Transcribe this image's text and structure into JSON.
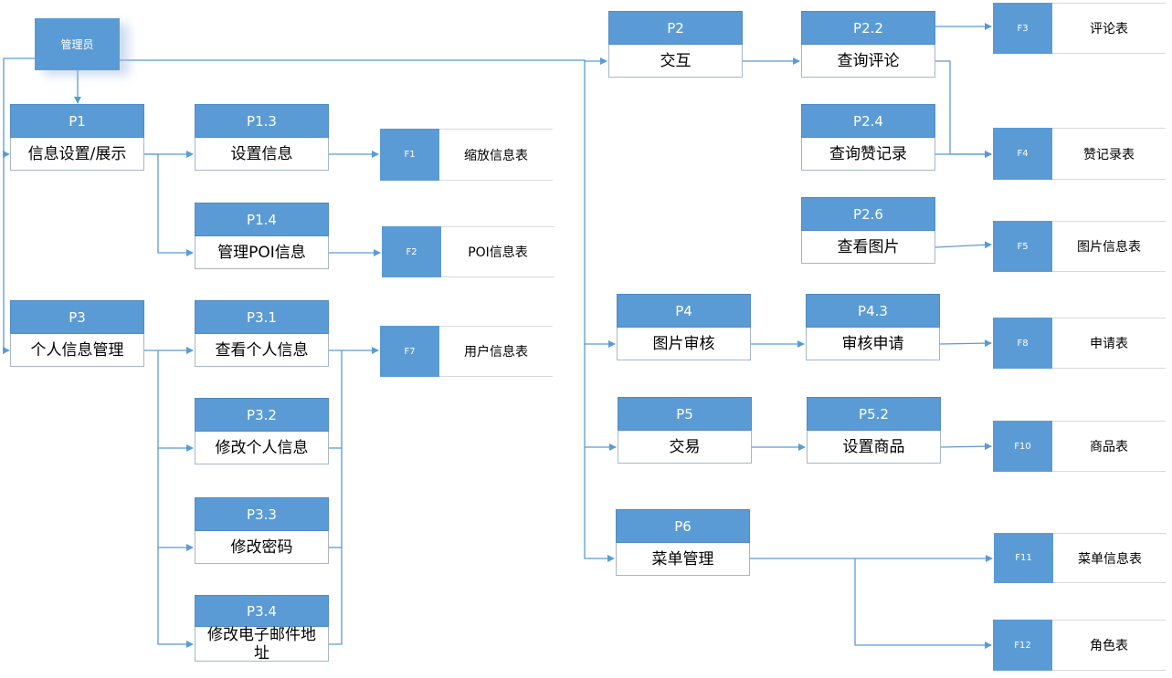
{
  "admin": {
    "label": "管理员"
  },
  "processes": {
    "P1": {
      "id": "P1",
      "name": "信息设置/展示"
    },
    "P1_3": {
      "id": "P1.3",
      "name": "设置信息"
    },
    "P1_4": {
      "id": "P1.4",
      "name": "管理POI信息"
    },
    "P3": {
      "id": "P3",
      "name": "个人信息管理"
    },
    "P3_1": {
      "id": "P3.1",
      "name": "查看个人信息"
    },
    "P3_2": {
      "id": "P3.2",
      "name": "修改个人信息"
    },
    "P3_3": {
      "id": "P3.3",
      "name": "修改密码"
    },
    "P3_4": {
      "id": "P3.4",
      "name": "修改电子邮件地址"
    },
    "P2": {
      "id": "P2",
      "name": "交互"
    },
    "P2_2": {
      "id": "P2.2",
      "name": "查询评论"
    },
    "P2_4": {
      "id": "P2.4",
      "name": "查询赞记录"
    },
    "P2_6": {
      "id": "P2.6",
      "name": "查看图片"
    },
    "P4": {
      "id": "P4",
      "name": "图片审核"
    },
    "P4_3": {
      "id": "P4.3",
      "name": "审核申请"
    },
    "P5": {
      "id": "P5",
      "name": "交易"
    },
    "P5_2": {
      "id": "P5.2",
      "name": "设置商品"
    },
    "P6": {
      "id": "P6",
      "name": "菜单管理"
    }
  },
  "stores": {
    "F1": {
      "id": "F1",
      "name": "缩放信息表"
    },
    "F2": {
      "id": "F2",
      "name": "POI信息表"
    },
    "F7": {
      "id": "F7",
      "name": "用户信息表"
    },
    "F3": {
      "id": "F3",
      "name": "评论表"
    },
    "F4": {
      "id": "F4",
      "name": "赞记录表"
    },
    "F5": {
      "id": "F5",
      "name": "图片信息表"
    },
    "F8": {
      "id": "F8",
      "name": "申请表"
    },
    "F10": {
      "id": "F10",
      "name": "商品表"
    },
    "F11": {
      "id": "F11",
      "name": "菜单信息表"
    },
    "F12": {
      "id": "F12",
      "name": "角色表"
    }
  },
  "colors": {
    "accent": "#5b9bd5",
    "line": "#5b9bd5"
  }
}
